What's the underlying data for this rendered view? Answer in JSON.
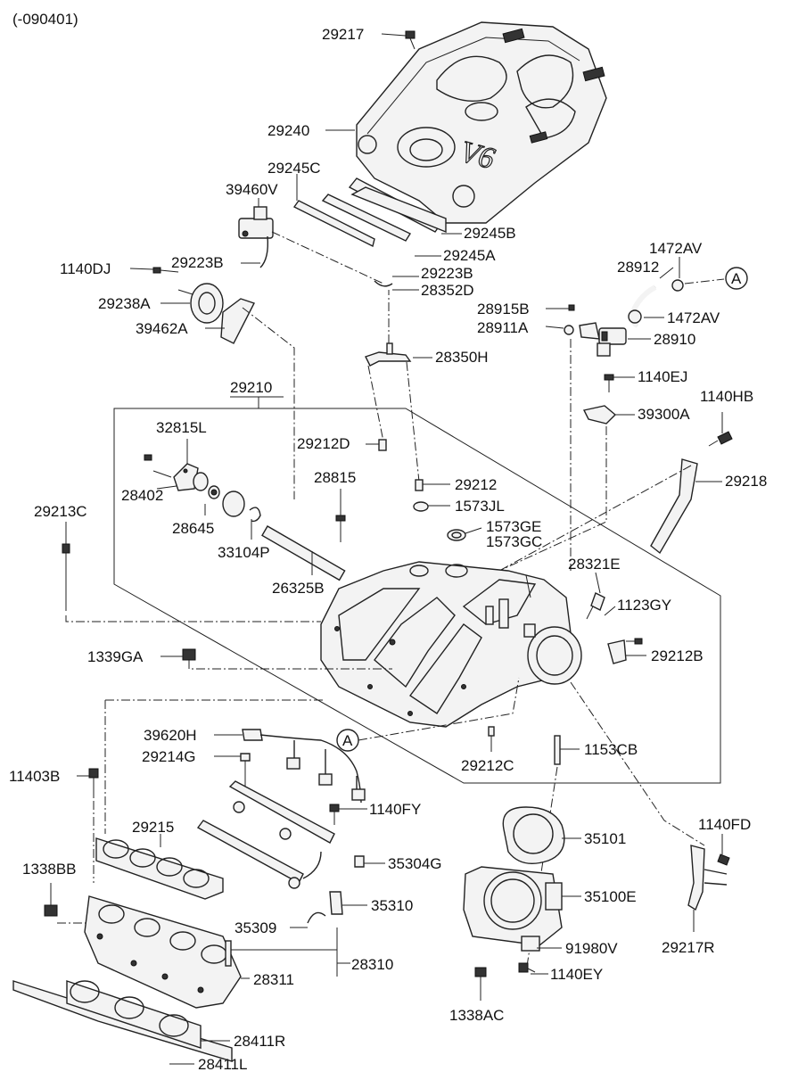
{
  "header": {
    "code": "(-090401)"
  },
  "callout_letter": "A",
  "labels": [
    {
      "id": "29217",
      "text": "29217"
    },
    {
      "id": "29240",
      "text": "29240"
    },
    {
      "id": "29245C",
      "text": "29245C"
    },
    {
      "id": "39460V",
      "text": "39460V"
    },
    {
      "id": "29245B",
      "text": "29245B"
    },
    {
      "id": "29245A",
      "text": "29245A"
    },
    {
      "id": "1140DJ",
      "text": "1140DJ"
    },
    {
      "id": "29223B_1",
      "text": "29223B"
    },
    {
      "id": "29223B_2",
      "text": "29223B"
    },
    {
      "id": "28352D",
      "text": "28352D"
    },
    {
      "id": "29238A",
      "text": "29238A"
    },
    {
      "id": "39462A",
      "text": "39462A"
    },
    {
      "id": "1472AV_1",
      "text": "1472AV"
    },
    {
      "id": "28912",
      "text": "28912"
    },
    {
      "id": "1472AV_2",
      "text": "1472AV"
    },
    {
      "id": "28915B",
      "text": "28915B"
    },
    {
      "id": "28911A",
      "text": "28911A"
    },
    {
      "id": "28910",
      "text": "28910"
    },
    {
      "id": "28350H",
      "text": "28350H"
    },
    {
      "id": "1140EJ",
      "text": "1140EJ"
    },
    {
      "id": "29210",
      "text": "29210"
    },
    {
      "id": "1140HB",
      "text": "1140HB"
    },
    {
      "id": "39300A",
      "text": "39300A"
    },
    {
      "id": "32815L",
      "text": "32815L"
    },
    {
      "id": "29212D",
      "text": "29212D"
    },
    {
      "id": "29218",
      "text": "29218"
    },
    {
      "id": "28815",
      "text": "28815"
    },
    {
      "id": "29212",
      "text": "29212"
    },
    {
      "id": "28402",
      "text": "28402"
    },
    {
      "id": "1573JL",
      "text": "1573JL"
    },
    {
      "id": "29213C",
      "text": "29213C"
    },
    {
      "id": "28645",
      "text": "28645"
    },
    {
      "id": "1573GE",
      "text": "1573GE"
    },
    {
      "id": "1573GC",
      "text": "1573GC"
    },
    {
      "id": "33104P",
      "text": "33104P"
    },
    {
      "id": "28321E",
      "text": "28321E"
    },
    {
      "id": "26325B",
      "text": "26325B"
    },
    {
      "id": "1123GY",
      "text": "1123GY"
    },
    {
      "id": "1339GA",
      "text": "1339GA"
    },
    {
      "id": "29212B",
      "text": "29212B"
    },
    {
      "id": "39620H",
      "text": "39620H"
    },
    {
      "id": "29214G",
      "text": "29214G"
    },
    {
      "id": "29212C",
      "text": "29212C"
    },
    {
      "id": "1153CB",
      "text": "1153CB"
    },
    {
      "id": "11403B",
      "text": "11403B"
    },
    {
      "id": "1140FY",
      "text": "1140FY"
    },
    {
      "id": "29215",
      "text": "29215"
    },
    {
      "id": "35101",
      "text": "35101"
    },
    {
      "id": "1140FD",
      "text": "1140FD"
    },
    {
      "id": "1338BB",
      "text": "1338BB"
    },
    {
      "id": "35304G",
      "text": "35304G"
    },
    {
      "id": "35100E",
      "text": "35100E"
    },
    {
      "id": "35310",
      "text": "35310"
    },
    {
      "id": "35309",
      "text": "35309"
    },
    {
      "id": "91980V",
      "text": "91980V"
    },
    {
      "id": "29217R",
      "text": "29217R"
    },
    {
      "id": "28310",
      "text": "28310"
    },
    {
      "id": "1140EY",
      "text": "1140EY"
    },
    {
      "id": "28311",
      "text": "28311"
    },
    {
      "id": "1338AC",
      "text": "1338AC"
    },
    {
      "id": "28411R",
      "text": "28411R"
    },
    {
      "id": "28411L",
      "text": "28411L"
    }
  ]
}
